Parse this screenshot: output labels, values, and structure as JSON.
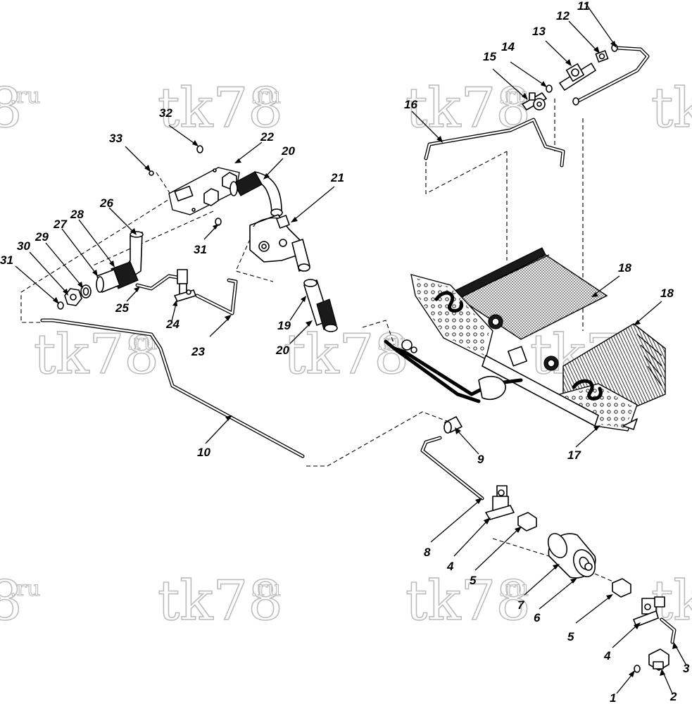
{
  "watermark": {
    "main": "tk78",
    "sup": ".ru",
    "left_fragment_main": "8",
    "left_fragment_sup": ".ru",
    "right_fragment": "tk"
  },
  "callouts": [
    "1",
    "2",
    "3",
    "4",
    "4",
    "5",
    "5",
    "6",
    "7",
    "8",
    "9",
    "10",
    "11",
    "12",
    "13",
    "14",
    "15",
    "16",
    "17",
    "18",
    "18",
    "19",
    "20",
    "20",
    "21",
    "22",
    "23",
    "24",
    "25",
    "26",
    "27",
    "28",
    "29",
    "30",
    "31",
    "31",
    "32",
    "33"
  ]
}
